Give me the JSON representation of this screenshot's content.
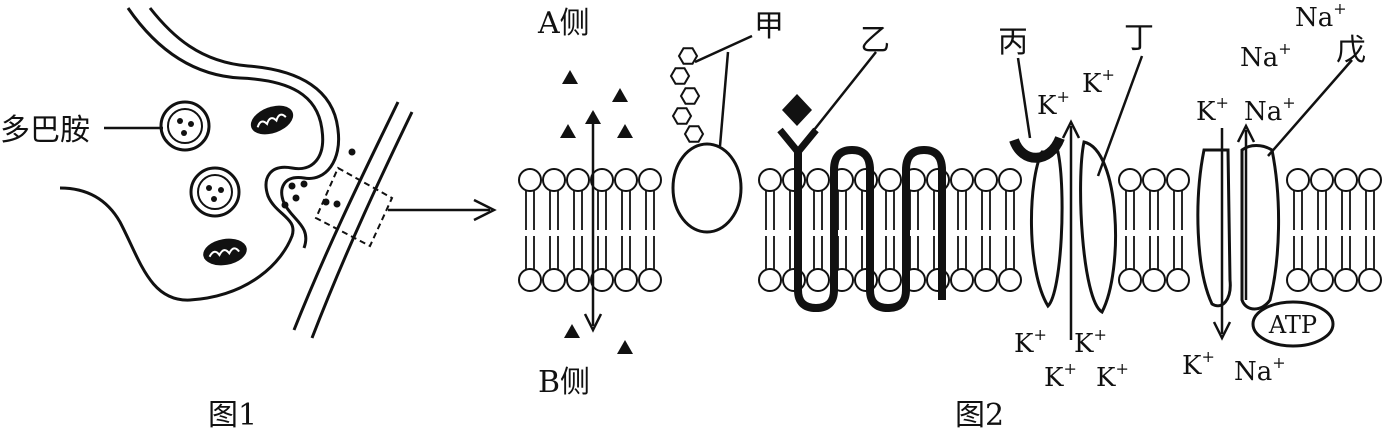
{
  "figure1": {
    "caption": "图1",
    "label_dopamine": "多巴胺"
  },
  "figure2": {
    "caption": "图2",
    "side_a": "A侧",
    "side_b": "B侧",
    "labels": {
      "jia": "甲",
      "yi": "乙",
      "bing": "丙",
      "ding": "丁",
      "wu": "戊"
    },
    "ions": {
      "k": "K",
      "na": "Na",
      "plus": "+"
    },
    "atp": "ATP"
  },
  "colors": {
    "ink": "#111111",
    "background": "#ffffff"
  }
}
